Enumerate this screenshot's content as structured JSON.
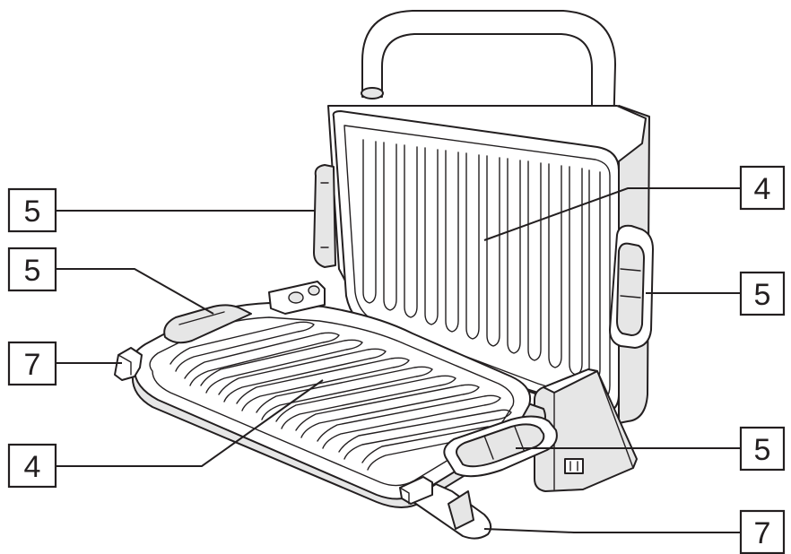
{
  "callouts": [
    {
      "id": "upper-left-handle",
      "label": "5"
    },
    {
      "id": "lower-left-handle",
      "label": "5"
    },
    {
      "id": "left-foot",
      "label": "7"
    },
    {
      "id": "lower-plate",
      "label": "4"
    },
    {
      "id": "upper-plate",
      "label": "4"
    },
    {
      "id": "right-handle",
      "label": "5"
    },
    {
      "id": "front-handle",
      "label": "5"
    },
    {
      "id": "front-foot",
      "label": "7"
    }
  ]
}
